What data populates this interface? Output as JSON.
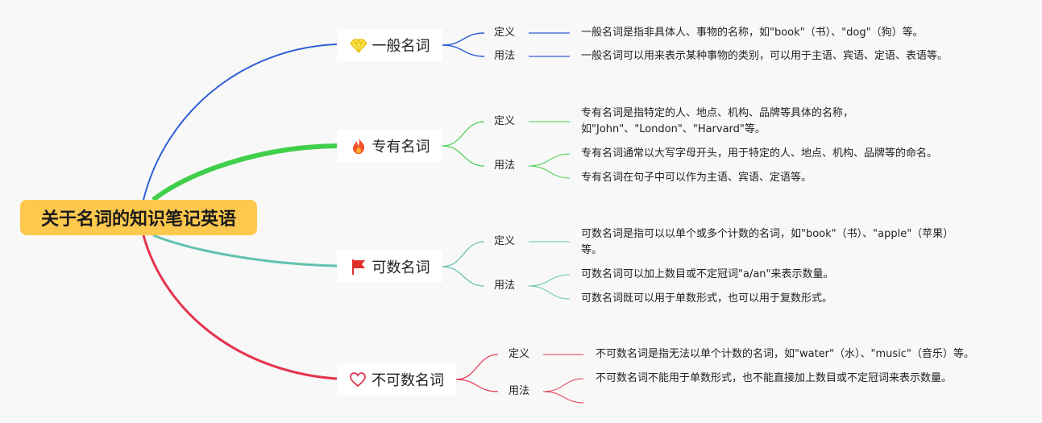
{
  "root": {
    "label": "关于名词的知识笔记英语",
    "color": "#fcc84d"
  },
  "branches": [
    {
      "label": "一般名词",
      "icon": "diamond-icon",
      "color": "#2f5fd6",
      "children": [
        {
          "label": "定义",
          "leaves": [
            "一般名词是指非具体人、事物的名称，如\"book\"（书）、\"dog\"（狗）等。"
          ]
        },
        {
          "label": "用法",
          "leaves": [
            "一般名词可以用来表示某种事物的类别，可以用于主语、宾语、定语、表语等。"
          ]
        }
      ]
    },
    {
      "label": "专有名词",
      "icon": "fire-icon",
      "color": "#3fcf4a",
      "children": [
        {
          "label": "定义",
          "leaves": [
            "专有名词是指特定的人、地点、机构、品牌等具体的名称，",
            "如\"John\"、\"London\"、\"Harvard\"等。"
          ]
        },
        {
          "label": "用法",
          "leaves": [
            "专有名词通常以大写字母开头，用于特定的人、地点、机构、品牌等的命名。",
            "专有名词在句子中可以作为主语、宾语、定语等。"
          ]
        }
      ]
    },
    {
      "label": "可数名词",
      "icon": "flag-icon",
      "color": "#62c2ae",
      "children": [
        {
          "label": "定义",
          "leaves": [
            "可数名词是指可以以单个或多个计数的名词，如\"book\"（书）、\"apple\"（苹果）",
            "等。"
          ]
        },
        {
          "label": "用法",
          "leaves": [
            "可数名词可以加上数目或不定冠词\"a/an\"来表示数量。",
            "可数名词既可以用于单数形式，也可以用于复数形式。"
          ]
        }
      ]
    },
    {
      "label": "不可数名词",
      "icon": "heart-icon",
      "color": "#e5344e",
      "children": [
        {
          "label": "定义",
          "leaves": [
            "不可数名词是指无法以单个计数的名词，如\"water\"（水）、\"music\"（音乐）等。"
          ]
        },
        {
          "label": "用法",
          "leaves": [
            "不可数名词不能用于单数形式，也不能直接加上数目或不定冠词来表示数量。"
          ]
        }
      ]
    }
  ]
}
